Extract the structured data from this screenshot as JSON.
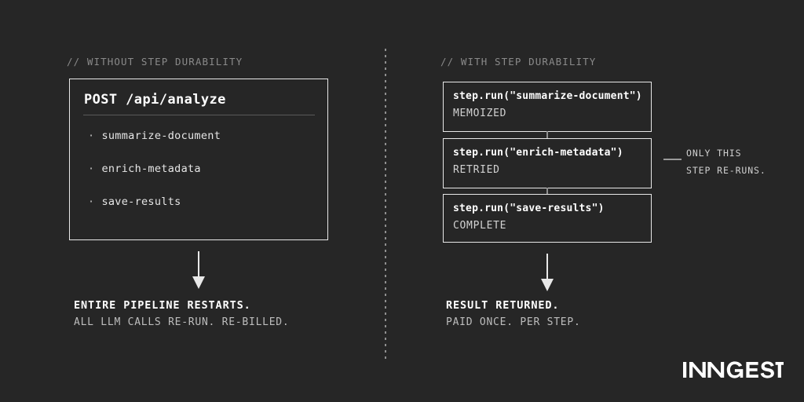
{
  "theme": {
    "background": "#262626",
    "border": "#e8e8e8",
    "text_primary": "#ffffff",
    "text_secondary": "#bdbdbd",
    "comment": "#8a8a8a",
    "rule": "#5a5a5a",
    "divider": "#8f8f8f"
  },
  "left": {
    "comment": "// WITHOUT STEP DURABILITY",
    "title": "POST /api/analyze",
    "bullet": "·",
    "items": [
      {
        "label": "summarize-document"
      },
      {
        "label": "enrich-metadata"
      },
      {
        "label": "save-results"
      }
    ],
    "outcome": {
      "headline": "ENTIRE PIPELINE RESTARTS.",
      "detail": "ALL LLM CALLS RE-RUN. RE-BILLED."
    }
  },
  "right": {
    "comment": "// WITH STEP DURABILITY",
    "steps": [
      {
        "call": "step.run(\"summarize-document\")",
        "status": "MEMOIZED"
      },
      {
        "call": "step.run(\"enrich-metadata\")",
        "status": "RETRIED"
      },
      {
        "call": "step.run(\"save-results\")",
        "status": "COMPLETE"
      }
    ],
    "callout": {
      "line1": "ONLY THIS",
      "line2": "STEP RE-RUNS."
    },
    "outcome": {
      "headline": "RESULT RETURNED.",
      "detail": "PAID ONCE. PER STEP."
    }
  },
  "brand": {
    "name": "INNGEST"
  }
}
